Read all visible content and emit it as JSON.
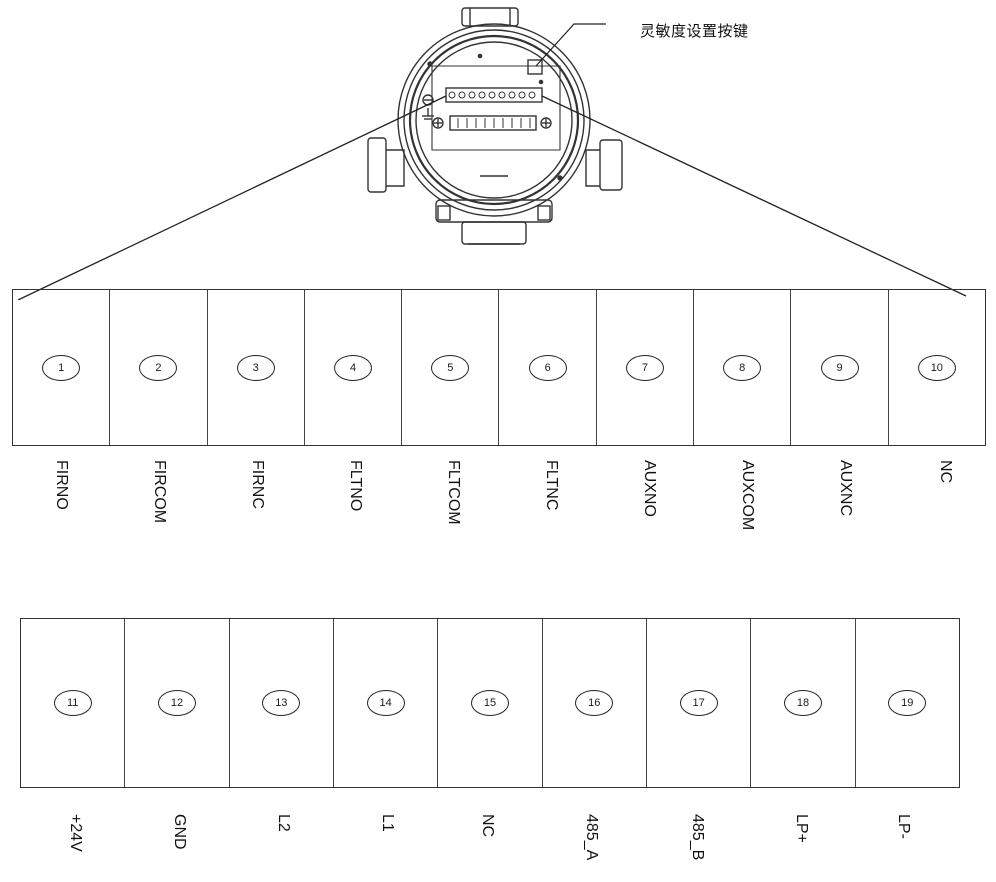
{
  "callout": {
    "text": "灵敏度设置按键"
  },
  "top_strip": {
    "terminals": [
      {
        "num": "1",
        "label": "FIRNO"
      },
      {
        "num": "2",
        "label": "FIRCOM"
      },
      {
        "num": "3",
        "label": "FIRNC"
      },
      {
        "num": "4",
        "label": "FLTNO"
      },
      {
        "num": "5",
        "label": "FLTCOM"
      },
      {
        "num": "6",
        "label": "FLTNC"
      },
      {
        "num": "7",
        "label": "AUXNO"
      },
      {
        "num": "8",
        "label": "AUXCOM"
      },
      {
        "num": "9",
        "label": "AUXNC"
      },
      {
        "num": "10",
        "label": "NC"
      }
    ]
  },
  "bottom_strip": {
    "terminals": [
      {
        "num": "11",
        "label": "+24V"
      },
      {
        "num": "12",
        "label": "GND"
      },
      {
        "num": "13",
        "label": "L2"
      },
      {
        "num": "14",
        "label": "L1"
      },
      {
        "num": "15",
        "label": "NC"
      },
      {
        "num": "16",
        "label": "485_A"
      },
      {
        "num": "17",
        "label": "485_B"
      },
      {
        "num": "18",
        "label": "LP+"
      },
      {
        "num": "19",
        "label": "LP-"
      }
    ]
  }
}
